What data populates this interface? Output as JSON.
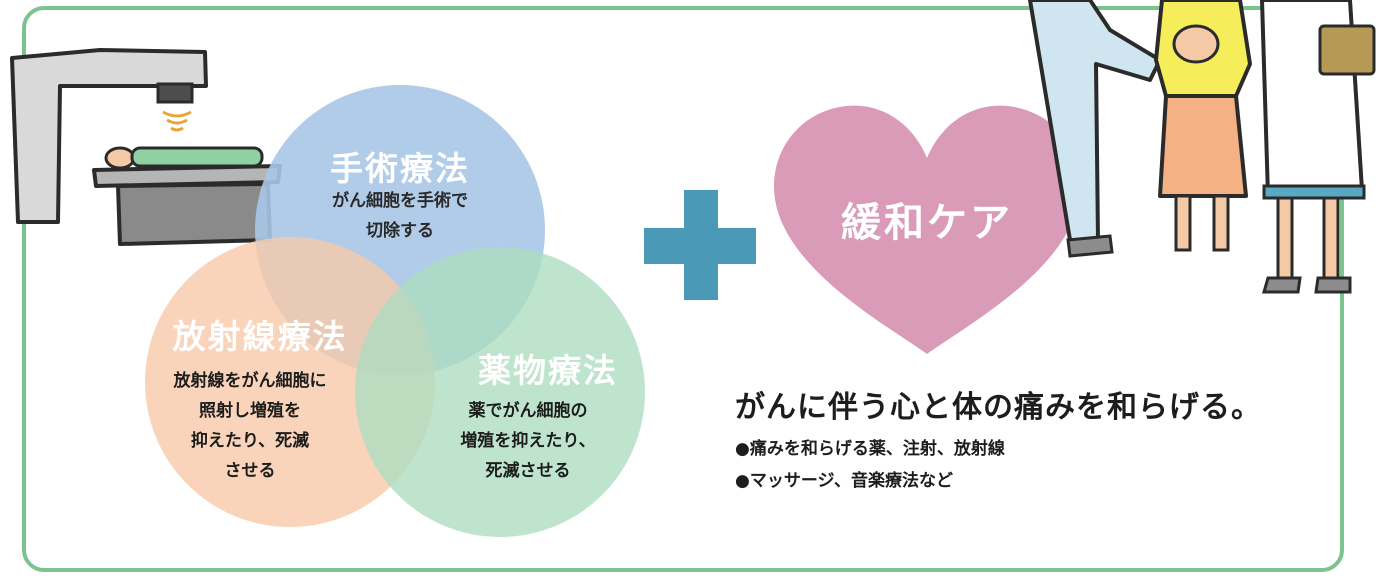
{
  "colors": {
    "frame": "#7cc38f",
    "surgery": "#a7c7e7",
    "radiation": "#f8c9a9",
    "drug": "#acdcc0",
    "plus": "#4a99b7",
    "heart": "#d99bb8"
  },
  "treatments": {
    "surgery": {
      "title": "手術療法",
      "desc_line1": "がん細胞を手術で",
      "desc_line2": "切除する"
    },
    "radiation": {
      "title": "放射線療法",
      "desc_line1": "放射線をがん細胞に",
      "desc_line2": "照射し増殖を",
      "desc_line3": "抑えたり、死滅",
      "desc_line4": "させる"
    },
    "drug": {
      "title": "薬物療法",
      "desc_line1": "薬でがん細胞の",
      "desc_line2": "増殖を抑えたり、",
      "desc_line3": "死滅させる"
    }
  },
  "palliative": {
    "title": "緩和ケア",
    "tagline": "がんに伴う心と体の痛みを和らげる。",
    "items": [
      "●痛みを和らげる薬、注射、放射線",
      "●マッサージ、音楽療法など"
    ]
  },
  "icons": {
    "plus": "plus-icon",
    "heart": "heart-icon",
    "radiotherapy_machine": "radiotherapy-machine-icon",
    "care_people": "care-people-illustration"
  }
}
